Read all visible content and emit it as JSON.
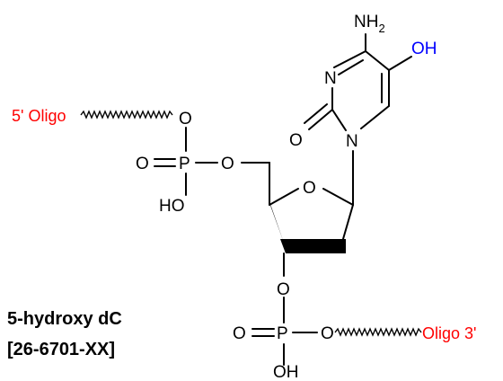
{
  "title": "5-hydroxy dC",
  "catalog_number": "[26-6701-XX]",
  "five_prime_label": "5' Oligo",
  "three_prime_label": "Oligo 3'",
  "hydroxyl_label": "OH",
  "amine_label": "NH",
  "amine_subscript": "2",
  "atoms": {
    "n3": "N",
    "n1": "N",
    "o2": "O",
    "o_ring": "O",
    "p1": "P",
    "p1_o_top": "O",
    "p1_o_double": "O",
    "p1_o_ester": "O",
    "p1_oh": "HO",
    "o3": "O",
    "p2": "P",
    "p2_o_double": "O",
    "p2_o_ester": "O",
    "p2_oh": "OH"
  },
  "colors": {
    "oligo_label": "#ff0000",
    "hydroxyl_label": "#0000ff",
    "bonds": "#000000"
  }
}
